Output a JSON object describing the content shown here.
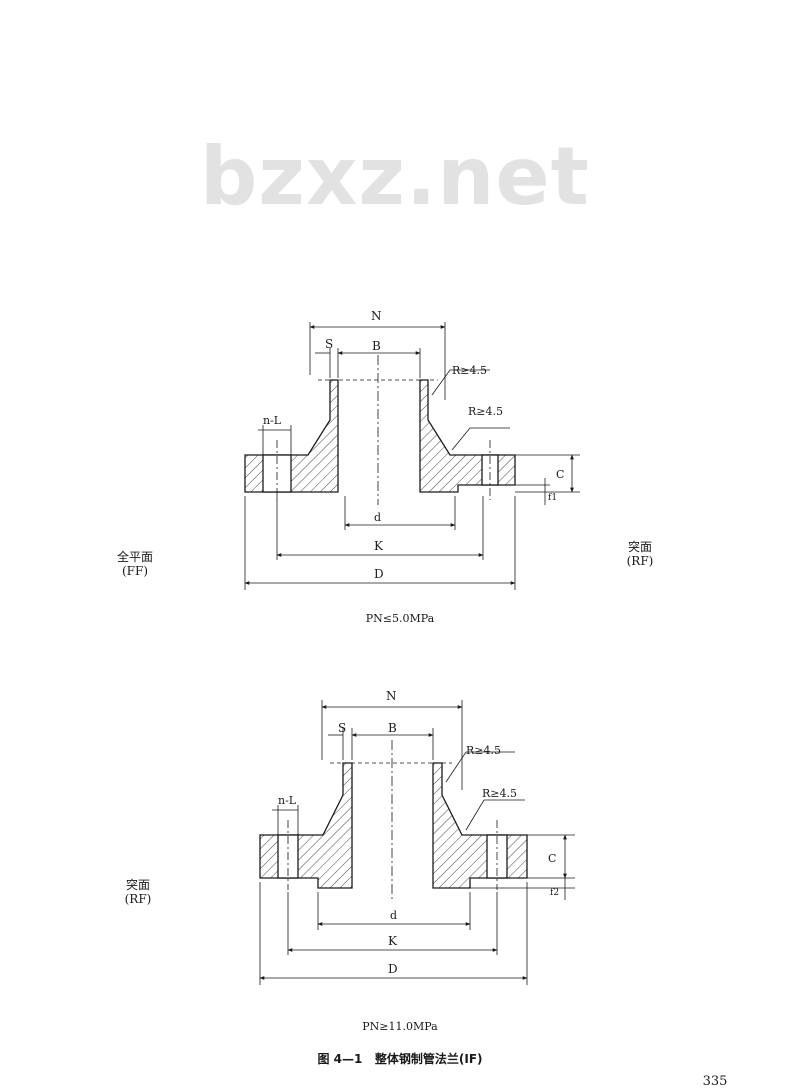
{
  "watermark": "bzxz.net",
  "figure_top": {
    "labels": {
      "N": "N",
      "S": "S",
      "B": "B",
      "R1": "R≥4.5",
      "R2": "R≥4.5",
      "nL": "n-L",
      "C": "C",
      "f": "f1",
      "d": "d",
      "K": "K",
      "D": "D"
    },
    "left_face": "全平面\n(FF)",
    "right_face": "突面\n(RF)",
    "caption": "PN≤5.0MPa"
  },
  "figure_bottom": {
    "labels": {
      "N": "N",
      "S": "S",
      "B": "B",
      "R1": "R≥4.5",
      "R2": "R≥4.5",
      "nL": "n-L",
      "C": "C",
      "f": "f2",
      "d": "d",
      "K": "K",
      "D": "D"
    },
    "left_face": "突面\n(RF)",
    "caption": "PN≥11.0MPa"
  },
  "figure_title": "图 4—1   整体钢制管法兰(IF)",
  "page_number": "335",
  "colors": {
    "ink": "#1a1a1a",
    "watermark": "#e2e2e2"
  }
}
